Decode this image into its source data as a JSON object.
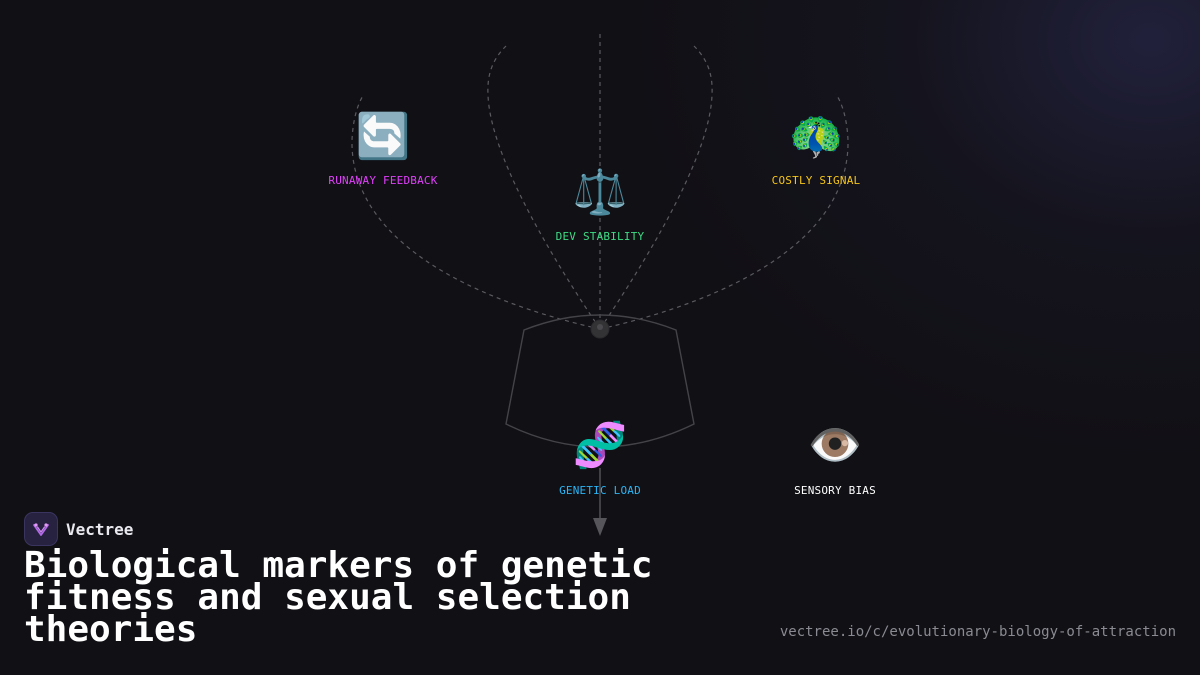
{
  "nodes": [
    {
      "id": "runaway",
      "label": "RUNAWAY FEEDBACK",
      "icon": "counterclockwise-arrows-icon",
      "glyph": "🔄",
      "color": "#e040fb"
    },
    {
      "id": "dev",
      "label": "DEV STABILITY",
      "icon": "balance-scale-icon",
      "glyph": "⚖️",
      "color": "#3ddc84"
    },
    {
      "id": "costly",
      "label": "COSTLY SIGNAL",
      "icon": "peacock-icon",
      "glyph": "🦚",
      "color": "#f5c518"
    },
    {
      "id": "genetic",
      "label": "GENETIC LOAD",
      "icon": "dna-icon",
      "glyph": "🧬",
      "color": "#29b6f6"
    },
    {
      "id": "sensory",
      "label": "SENSORY BIAS",
      "icon": "eye-icon",
      "glyph": "👁️",
      "color": "#ffffff"
    }
  ],
  "brand": {
    "name": "Vectree",
    "logo_icon": "vectree-logo-icon"
  },
  "title": "Biological markers of genetic fitness and sexual selection theories",
  "url": "vectree.io/c/evolutionary-biology-of-attraction",
  "colors": {
    "background": "#111015",
    "connector": "#5a5a60",
    "hub": "#333336",
    "funnel": "#444448"
  }
}
